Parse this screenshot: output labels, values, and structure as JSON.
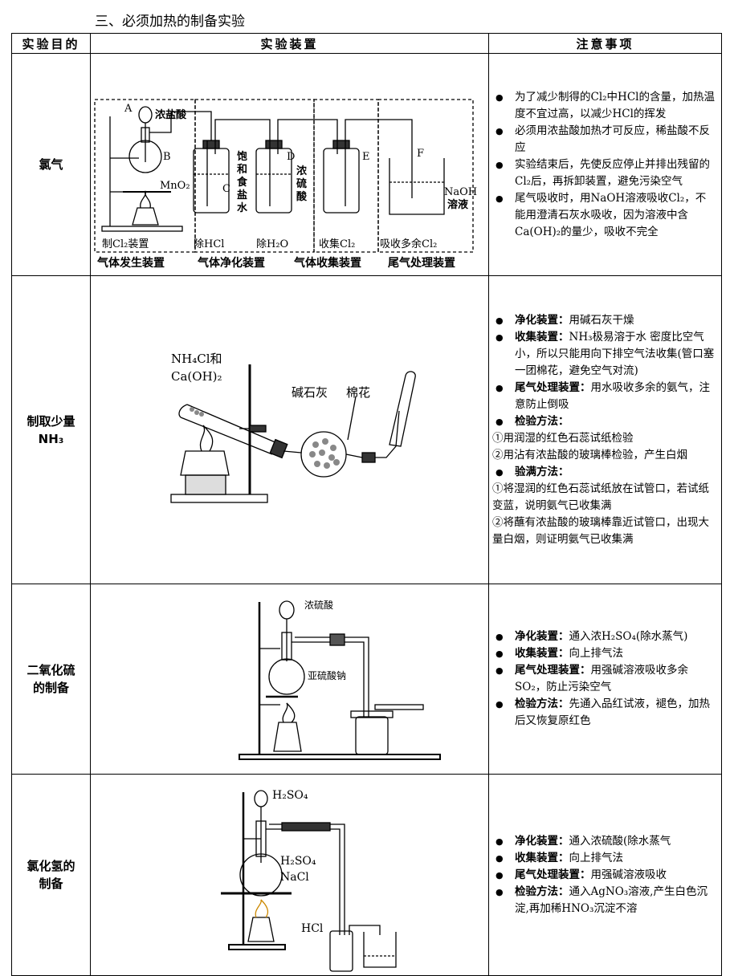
{
  "section_title": "三、必须加热的制备实验",
  "headers": [
    "实验目的",
    "实验装置",
    "注意事项"
  ],
  "rows": [
    {
      "purpose": [
        "氯气"
      ],
      "apparatus_labels": {
        "A": "A",
        "conc_hcl": "浓盐酸",
        "B": "B",
        "mno2": "MnO₂",
        "C": "C",
        "sat_salt": [
          "饱",
          "和",
          "食",
          "盐",
          "水"
        ],
        "D": "D",
        "conc_h2so4": [
          "浓",
          "硫",
          "酸"
        ],
        "E": "E",
        "F": "F",
        "naoh": [
          "NaOH",
          "溶液"
        ],
        "cap1": "制Cl₂装置",
        "cap2": "除HCl",
        "cap3": "除H₂O",
        "cap4": "收集Cl₂",
        "cap5": "吸收多余Cl₂",
        "grp1": "气体发生装置",
        "grp2": "气体净化装置",
        "grp3": "气体收集装置",
        "grp4": "尾气处理装置"
      },
      "notes": [
        {
          "label": "",
          "text": "为了减少制得的Cl₂中HCl的含量，加热温度不宜过高，以减少HCl的挥发"
        },
        {
          "label": "",
          "text": "必须用浓盐酸加热才可反应，稀盐酸不反应"
        },
        {
          "label": "",
          "text": "实验结束后，先使反应停止并排出残留的Cl₂后，再拆卸装置，避免污染空气"
        },
        {
          "label": "",
          "text": "尾气吸收时，用NaOH溶液吸收Cl₂，不能用澄清石灰水吸收，因为溶液中含Ca(OH)₂的量少，吸收不完全"
        }
      ]
    },
    {
      "purpose": [
        "制取少量",
        "NH₃"
      ],
      "apparatus_labels": {
        "reagent1": "NH₄Cl和",
        "reagent2": "Ca(OH)₂",
        "soda_lime": "碱石灰",
        "cotton": "棉花"
      },
      "notes": [
        {
          "label": "净化装置：",
          "text": "用碱石灰干燥"
        },
        {
          "label": "收集装置：",
          "text": "NH₃极易溶于水 密度比空气小，所以只能用向下排空气法收集(管口塞一团棉花，避免空气对流)"
        },
        {
          "label": "尾气处理装置：",
          "text": "用水吸收多余的氨气，注意防止倒吸"
        },
        {
          "label": "检验方法：",
          "text": ""
        }
      ],
      "test_methods": [
        "①用润湿的红色石蕊试纸检验",
        "②用沾有浓盐酸的玻璃棒检验，产生白烟"
      ],
      "full_note": {
        "label": "验满方法：",
        "text": ""
      },
      "full_methods": [
        "①将湿润的红色石蕊试纸放在试管口，若试纸变蓝，说明氨气已收集满",
        "②将蘸有浓盐酸的玻璃棒靠近试管口，出现大量白烟，则证明氨气已收集满"
      ]
    },
    {
      "purpose": [
        "二氧化硫",
        "的制备"
      ],
      "apparatus_labels": {
        "acid": "浓硫酸",
        "salt": "亚硫酸钠"
      },
      "notes": [
        {
          "label": "净化装置：",
          "text": "通入浓H₂SO₄(除水蒸气)"
        },
        {
          "label": "收集装置：",
          "text": "向上排气法"
        },
        {
          "label": "尾气处理装置：",
          "text": "用强碱溶液吸收多余SO₂，防止污染空气"
        },
        {
          "label": "检验方法：",
          "text": "先通入品红试液，褪色，加热后又恢复原红色"
        }
      ]
    },
    {
      "purpose": [
        "氯化氢的",
        "制备"
      ],
      "apparatus_labels": {
        "acid_top": "H₂SO₄",
        "acid_flask": "H₂SO₄",
        "nacl": "NaCl",
        "hcl": "HCl"
      },
      "notes": [
        {
          "label": "净化装置：",
          "text": "通入浓硫酸(除水蒸气"
        },
        {
          "label": "收集装置：",
          "text": "向上排气法"
        },
        {
          "label": "尾气处理装置：",
          "text": "用强碱溶液吸收"
        },
        {
          "label": "检验方法：",
          "text": "通入AgNO₃溶液,产生白色沉淀,再加稀HNO₃沉淀不溶"
        }
      ]
    }
  ]
}
